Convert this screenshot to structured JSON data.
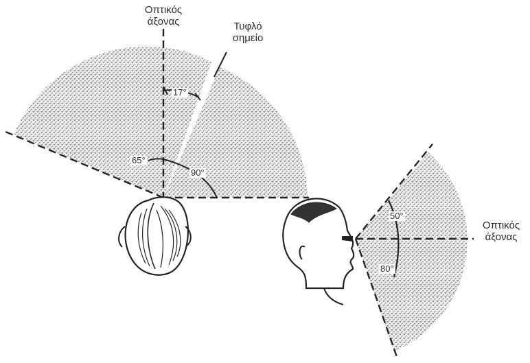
{
  "labels": {
    "top_view_axis_line1": "Οπτικός",
    "top_view_axis_line2": "άξονας",
    "blind_spot_line1": "Τυφλό",
    "blind_spot_line2": "σημείο",
    "side_view_axis_line1": "Οπτικός",
    "side_view_axis_line2": "άξονας"
  },
  "angles": {
    "blind_spot_angle": "17°",
    "left_angle": "65°",
    "right_angle": "90°",
    "upper_angle": "50°",
    "lower_angle": "80°"
  },
  "colors": {
    "ink": "#222222",
    "shading": "#6f6f6f"
  }
}
